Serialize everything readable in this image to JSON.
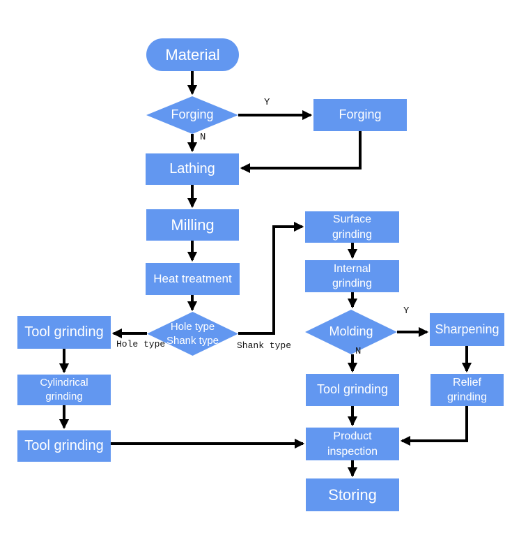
{
  "diagram": {
    "type": "flowchart",
    "colors": {
      "node_fill": "#6297f0",
      "node_text": "#ffffff",
      "connector": "#000000",
      "edge_label_text": "#141414",
      "background": "#ffffff"
    },
    "nodes": {
      "material": {
        "shape": "terminator",
        "label": "Material"
      },
      "forging_decision": {
        "shape": "decision",
        "label": "Forging"
      },
      "forging": {
        "shape": "process",
        "label": "Forging"
      },
      "lathing": {
        "shape": "process",
        "label": "Lathing"
      },
      "milling": {
        "shape": "process",
        "label": "Milling"
      },
      "heat_treatment": {
        "shape": "process",
        "label": "Heat treatment"
      },
      "type_decision": {
        "shape": "decision",
        "label": "Hole type\nShank type"
      },
      "tool_grinding_1": {
        "shape": "process",
        "label": "Tool grinding"
      },
      "cylindrical_grinding": {
        "shape": "process",
        "label": "Cylindrical\ngrinding"
      },
      "tool_grinding_2": {
        "shape": "process",
        "label": "Tool grinding"
      },
      "surface_grinding": {
        "shape": "process",
        "label": "Surface\ngrinding"
      },
      "internal_grinding": {
        "shape": "process",
        "label": "Internal\ngrinding"
      },
      "molding_decision": {
        "shape": "decision",
        "label": "Molding"
      },
      "sharpening": {
        "shape": "process",
        "label": "Sharpening"
      },
      "tool_grinding_3": {
        "shape": "process",
        "label": "Tool grinding"
      },
      "relief_grinding": {
        "shape": "process",
        "label": "Relief\ngrinding"
      },
      "product_inspection": {
        "shape": "process",
        "label": "Product\ninspection"
      },
      "storing": {
        "shape": "process",
        "label": "Storing"
      }
    },
    "edge_labels": {
      "forging_yes": "Y",
      "forging_no": "N",
      "hole_type": "Hole type",
      "shank_type": "Shank type",
      "molding_yes": "Y",
      "molding_no": "N"
    }
  }
}
